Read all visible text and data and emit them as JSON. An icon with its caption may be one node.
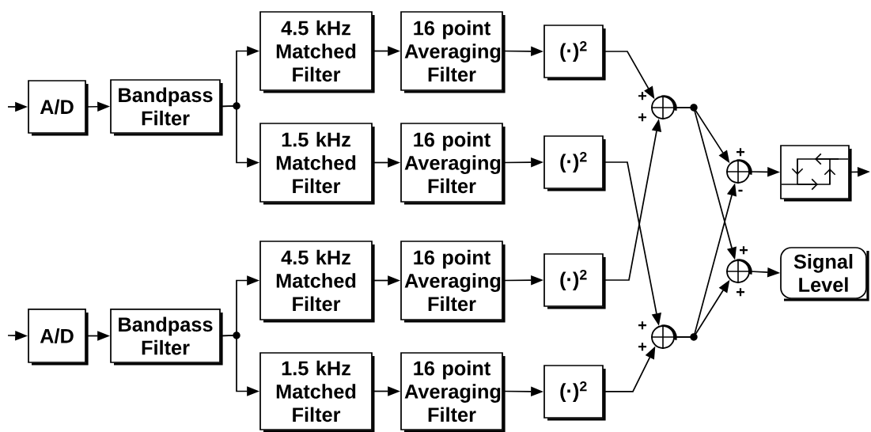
{
  "diagram": {
    "nodes": [
      {
        "text": [
          "A/D"
        ]
      },
      {
        "text": [
          "Bandpass Filter"
        ]
      },
      {
        "text": [
          "4.5 kHz Matched Filter"
        ]
      },
      {
        "text": [
          "16 point Averaging Filter"
        ]
      },
      {
        "text": [
          "(·)$^{2}$"
        ]
      },
      {
        "text": [
          "1.5 kHz Matched Filter"
        ]
      },
      {
        "text": [
          "16 point Averaging Filter"
        ]
      },
      {
        "text": [
          "(·)$^{2}$"
        ]
      },
      {
        "text": [
          "A/D"
        ]
      },
      {
        "text": [
          "Bandpass Filter"
        ]
      },
      {
        "text": [
          "4.5 kHz Matched Filter"
        ]
      },
      {
        "text": [
          "16 point Averaging Filter"
        ]
      },
      {
        "text": [
          "(·)$^{2}$"
        ]
      },
      {
        "text": [
          "1.5 kHz Matched Filter"
        ]
      },
      {
        "text": [
          "16 point Averaging Filter"
        ]
      },
      {
        "text": [
          "(·)$^{2}$"
        ]
      },
      {
        "text": [],
        "shape": "circle",
        "beside": [
          "+",
          "+"
        ]
      },
      {
        "text": [],
        "shape": "circle",
        "beside": [
          "+",
          "+"
        ]
      },
      {
        "text": [],
        "shape": "circle",
        "beside": [
          "+",
          "-"
        ]
      },
      {
        "text": [],
        "shape": "circle",
        "beside": [
          "+",
          "+"
        ]
      },
      {
        "text": [],
        "shape": "box"
      },
      {
        "text": [
          "Signal Level"
        ]
      }
    ],
    "edges": [
      {
        "from": null,
        "to": 0,
        "arrow": "to"
      },
      {
        "from": 0,
        "to": 1,
        "arrow": "to"
      },
      {
        "from": 1,
        "to": 2,
        "arrow": "to"
      },
      {
        "from": 1,
        "to": 5,
        "arrow": "to"
      },
      {
        "from": 2,
        "to": 3,
        "arrow": "to"
      },
      {
        "from": 3,
        "to": 4,
        "arrow": "to"
      },
      {
        "from": 5,
        "to": 6,
        "arrow": "to"
      },
      {
        "from": 6,
        "to": 7,
        "arrow": "to"
      },
      {
        "from": null,
        "to": 8,
        "arrow": "to"
      },
      {
        "from": 8,
        "to": 9,
        "arrow": "to"
      },
      {
        "from": 9,
        "to": 10,
        "arrow": "to"
      },
      {
        "from": 9,
        "to": 13,
        "arrow": "to"
      },
      {
        "from": 10,
        "to": 11,
        "arrow": "to"
      },
      {
        "from": 11,
        "to": 12,
        "arrow": "to"
      },
      {
        "from": 13,
        "to": 14,
        "arrow": "to"
      },
      {
        "from": 14,
        "to": 15,
        "arrow": "to"
      },
      {
        "from": 4,
        "to": 16,
        "arrow": "to"
      },
      {
        "from": 12,
        "to": 16,
        "arrow": "to"
      },
      {
        "from": 7,
        "to": 17,
        "arrow": "to"
      },
      {
        "from": 15,
        "to": 17,
        "arrow": "to"
      },
      {
        "from": 16,
        "to": 18,
        "arrow": "to"
      },
      {
        "from": 16,
        "to": 19,
        "arrow": "to"
      },
      {
        "from": 17,
        "to": 18,
        "arrow": "to"
      },
      {
        "from": 17,
        "to": 19,
        "arrow": "to"
      },
      {
        "from": 18,
        "to": 20,
        "arrow": "to"
      },
      {
        "from": 20,
        "to": null,
        "arrow": "to"
      },
      {
        "from": 19,
        "to": 21,
        "arrow": "to"
      }
    ]
  }
}
